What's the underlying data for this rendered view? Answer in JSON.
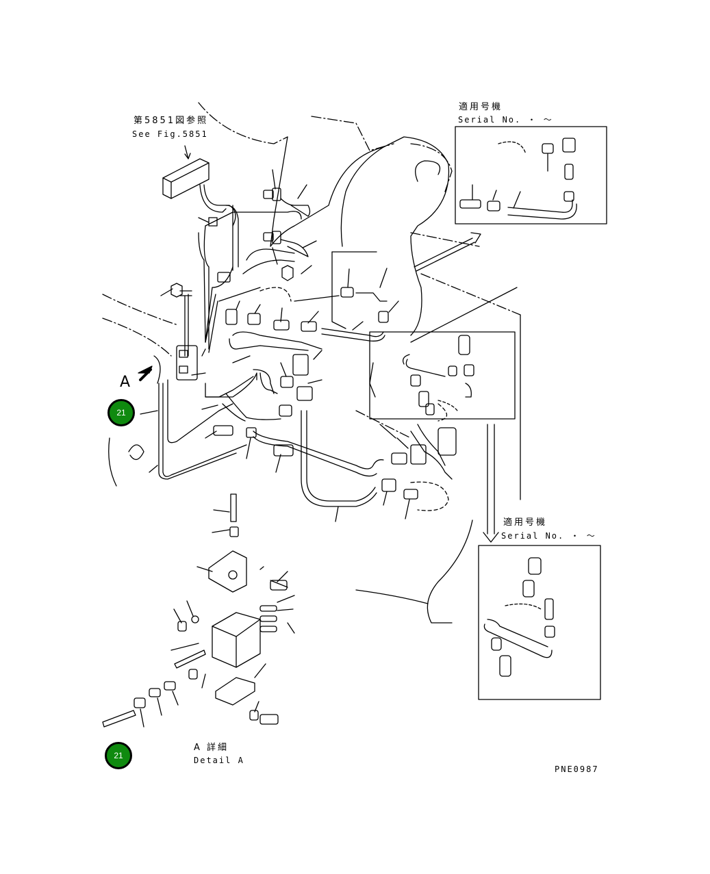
{
  "labels": {
    "fig_ref_jp": "第5851図参照",
    "fig_ref_en": "See Fig.5851",
    "view_marker": "A",
    "serial_top_jp": "適用号機",
    "serial_top_en": "Serial No.  ・ ～",
    "serial_bottom_jp": "適用号機",
    "serial_bottom_en": "Serial No.  ・ ～",
    "detail_jp": "A 詳細",
    "detail_en": "Detail A",
    "drawing_no": "PNE0987"
  },
  "badges": {
    "top": "21",
    "bottom": "21"
  },
  "colors": {
    "badge_fill": "#0f8a0f",
    "line": "#000000"
  }
}
